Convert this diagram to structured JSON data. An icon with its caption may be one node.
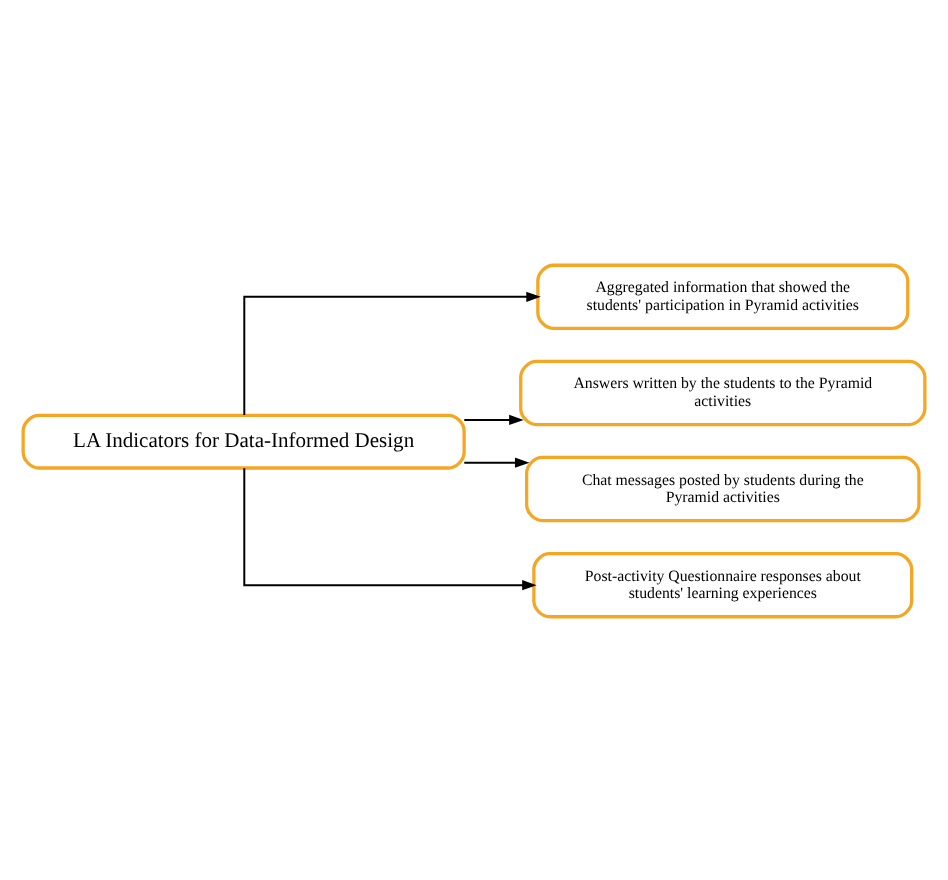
{
  "diagram": {
    "nodes": [
      {
        "text": [
          "LA Indicators for Data-Informed Design"
        ]
      },
      {
        "text": [
          "Aggregated information that showed the students' participation in Pyramid activities"
        ]
      },
      {
        "text": [
          "Answers written by the students to the Pyramid activities"
        ]
      },
      {
        "text": [
          "Chat messages posted by students during the Pyramid activities"
        ]
      },
      {
        "text": [
          "Post-activity Questionnaire responses about students' learning experiences"
        ]
      }
    ],
    "edges": [
      {
        "from": 0,
        "to": 1,
        "arrow": "to"
      },
      {
        "from": 0,
        "to": 2,
        "arrow": "to"
      },
      {
        "from": 0,
        "to": 3,
        "arrow": "to"
      },
      {
        "from": 0,
        "to": 4,
        "arrow": "to"
      }
    ]
  }
}
